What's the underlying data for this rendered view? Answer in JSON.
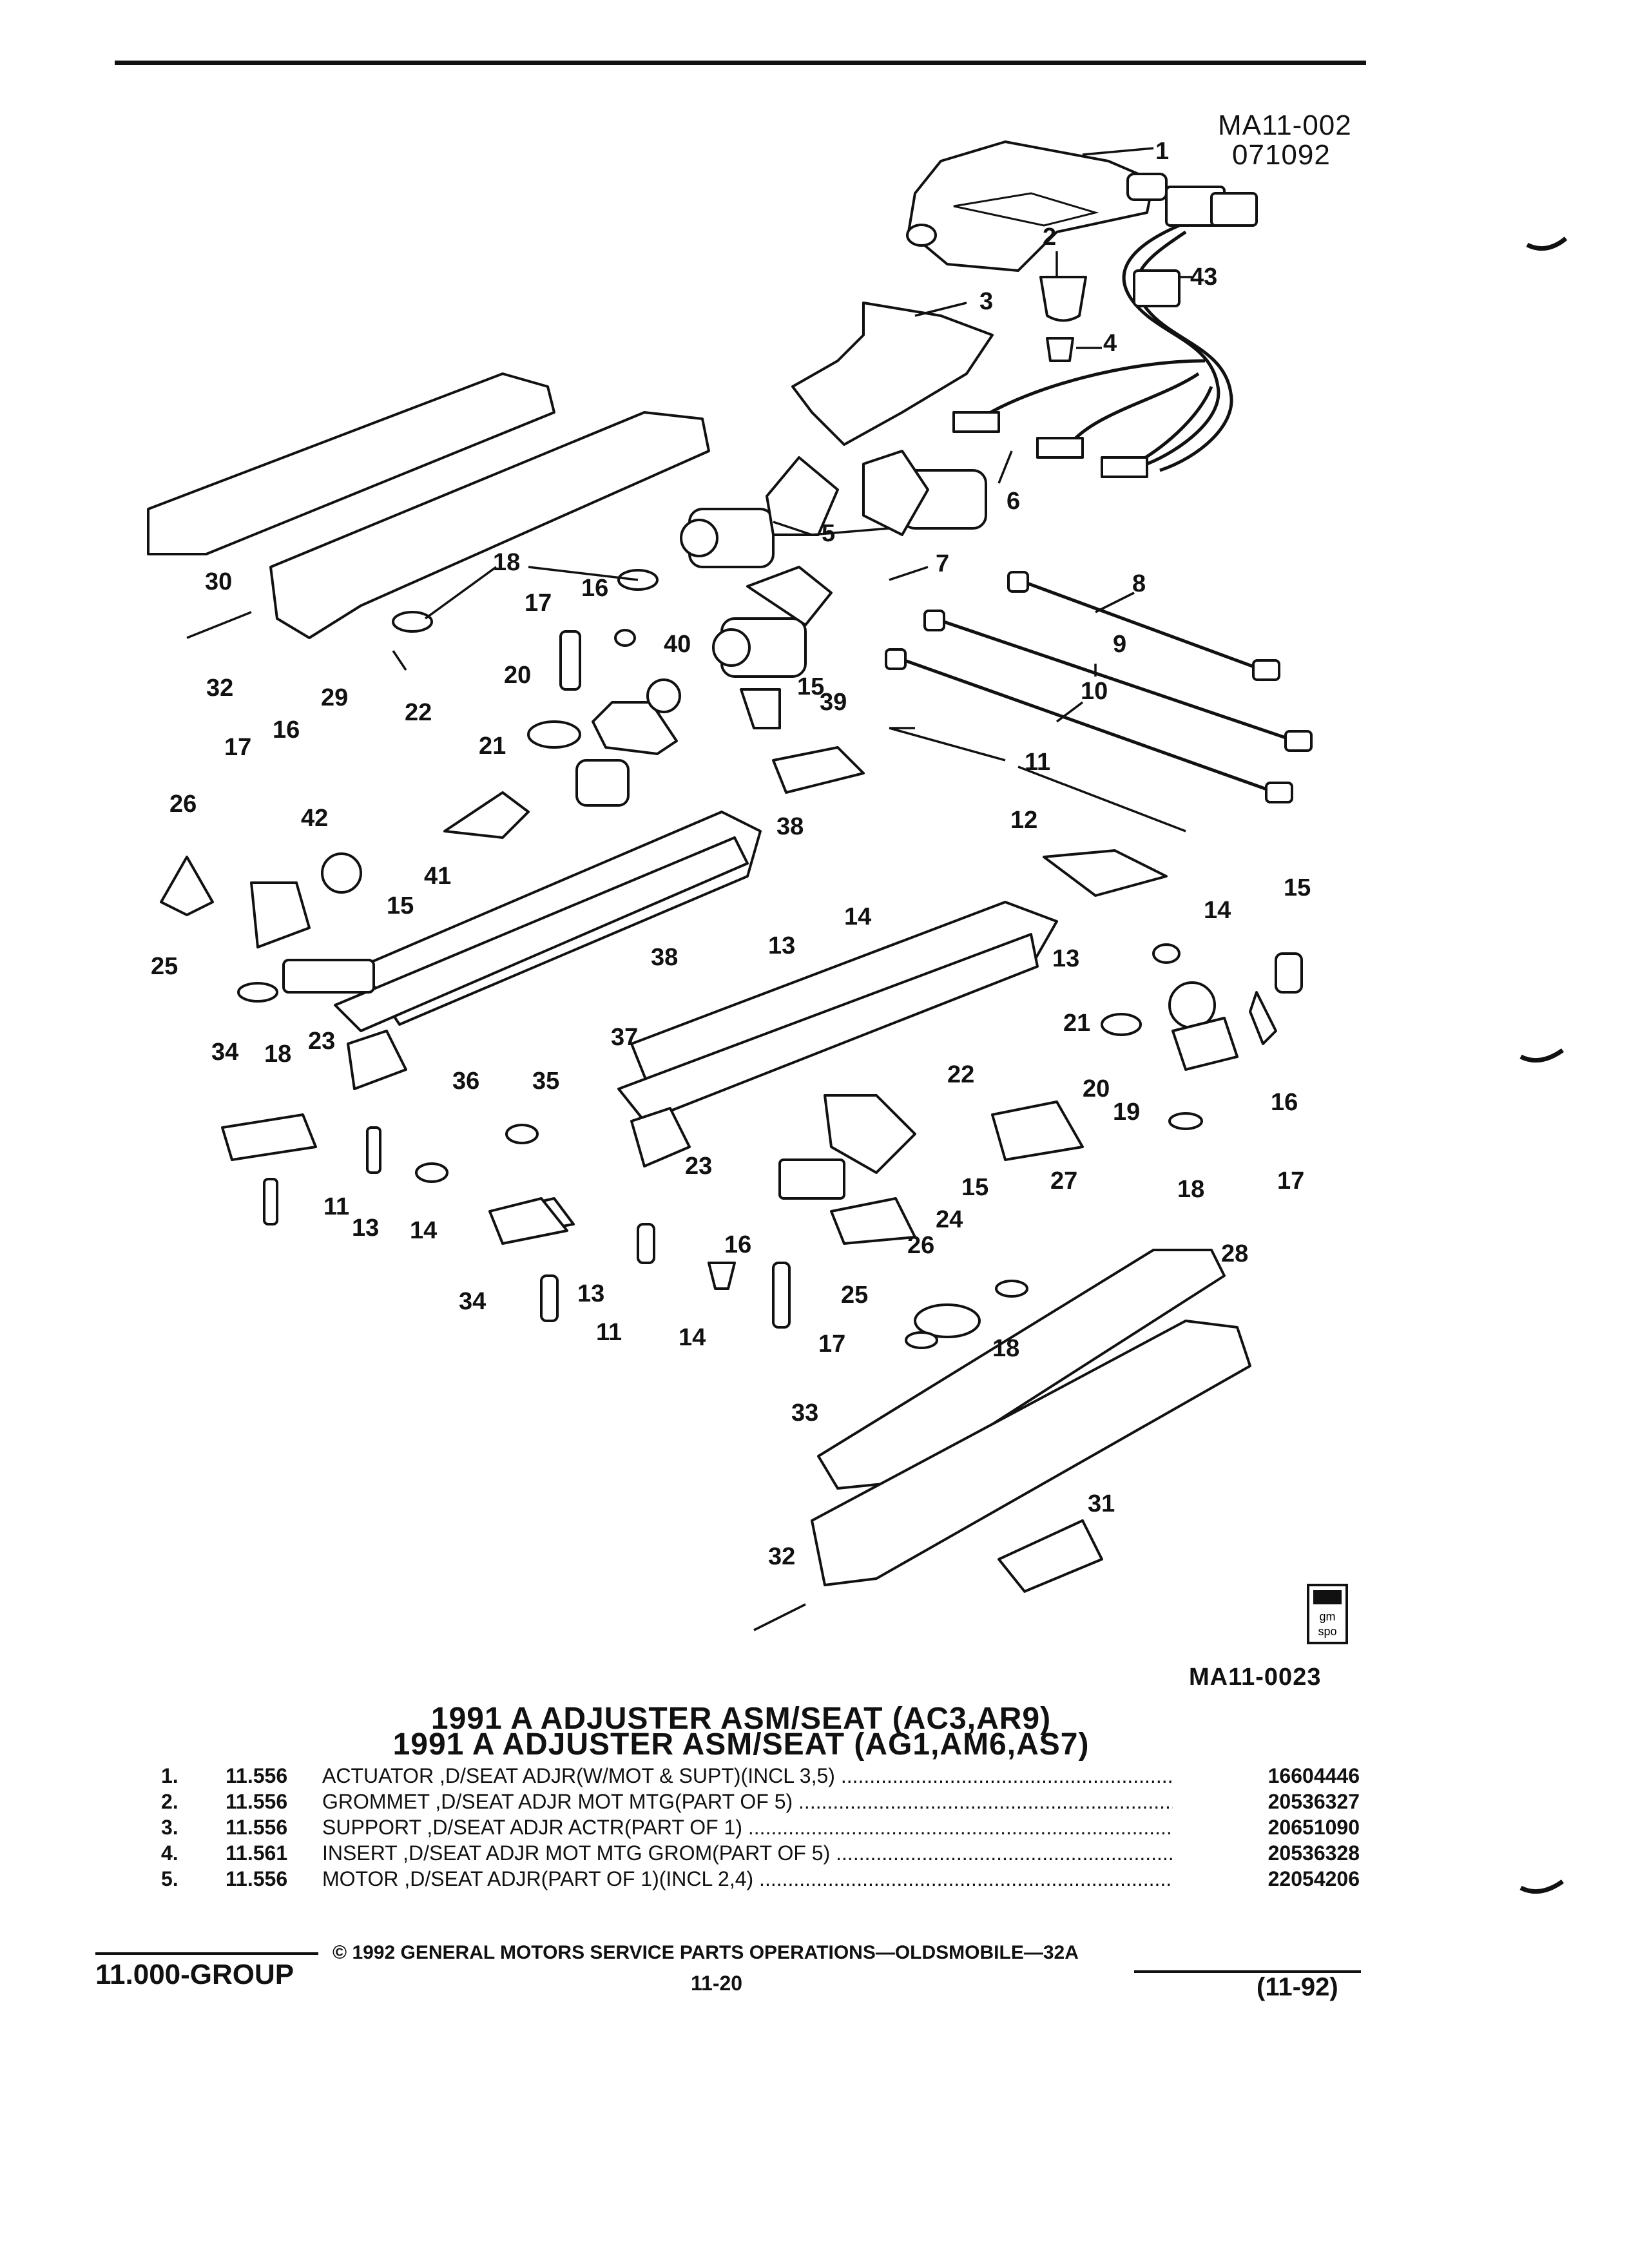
{
  "header": {
    "figure_code": "MA11-002",
    "date_code": "071092"
  },
  "diagram": {
    "figure_id": "MA11-0023",
    "logo_text": "gm spo",
    "callouts": [
      "1",
      "2",
      "3",
      "43",
      "4",
      "5",
      "6",
      "7",
      "8",
      "9",
      "10",
      "11",
      "12",
      "13",
      "14",
      "15",
      "16",
      "17",
      "18",
      "19",
      "20",
      "21",
      "22",
      "23",
      "24",
      "25",
      "26",
      "27",
      "28",
      "29",
      "30",
      "31",
      "32",
      "33",
      "34",
      "35",
      "36",
      "37",
      "38",
      "39",
      "40",
      "41",
      "42"
    ]
  },
  "titles": {
    "line1": "1991 A ADJUSTER ASM/SEAT (AC3,AR9)",
    "line2": "1991 A ADJUSTER ASM/SEAT (AG1,AM6,AS7)"
  },
  "parts": [
    {
      "num": "1.",
      "group": "11.556",
      "desc": "ACTUATOR ,D/SEAT ADJR(W/MOT & SUPT)(INCL 3,5)",
      "part_no": "16604446"
    },
    {
      "num": "2.",
      "group": "11.556",
      "desc": "GROMMET ,D/SEAT ADJR MOT MTG(PART OF 5)",
      "part_no": "20536327"
    },
    {
      "num": "3.",
      "group": "11.556",
      "desc": "SUPPORT ,D/SEAT ADJR ACTR(PART OF 1)",
      "part_no": "20651090"
    },
    {
      "num": "4.",
      "group": "11.561",
      "desc": "INSERT ,D/SEAT ADJR MOT MTG GROM(PART OF 5)",
      "part_no": "20536328"
    },
    {
      "num": "5.",
      "group": "11.556",
      "desc": "MOTOR ,D/SEAT ADJR(PART OF 1)(INCL 2,4)",
      "part_no": "22054206"
    }
  ],
  "footer": {
    "group": "11.000-GROUP",
    "copyright": "© 1992 GENERAL MOTORS SERVICE PARTS OPERATIONS—OLDSMOBILE—32A",
    "page": "11-20",
    "revision": "(11-92)"
  }
}
